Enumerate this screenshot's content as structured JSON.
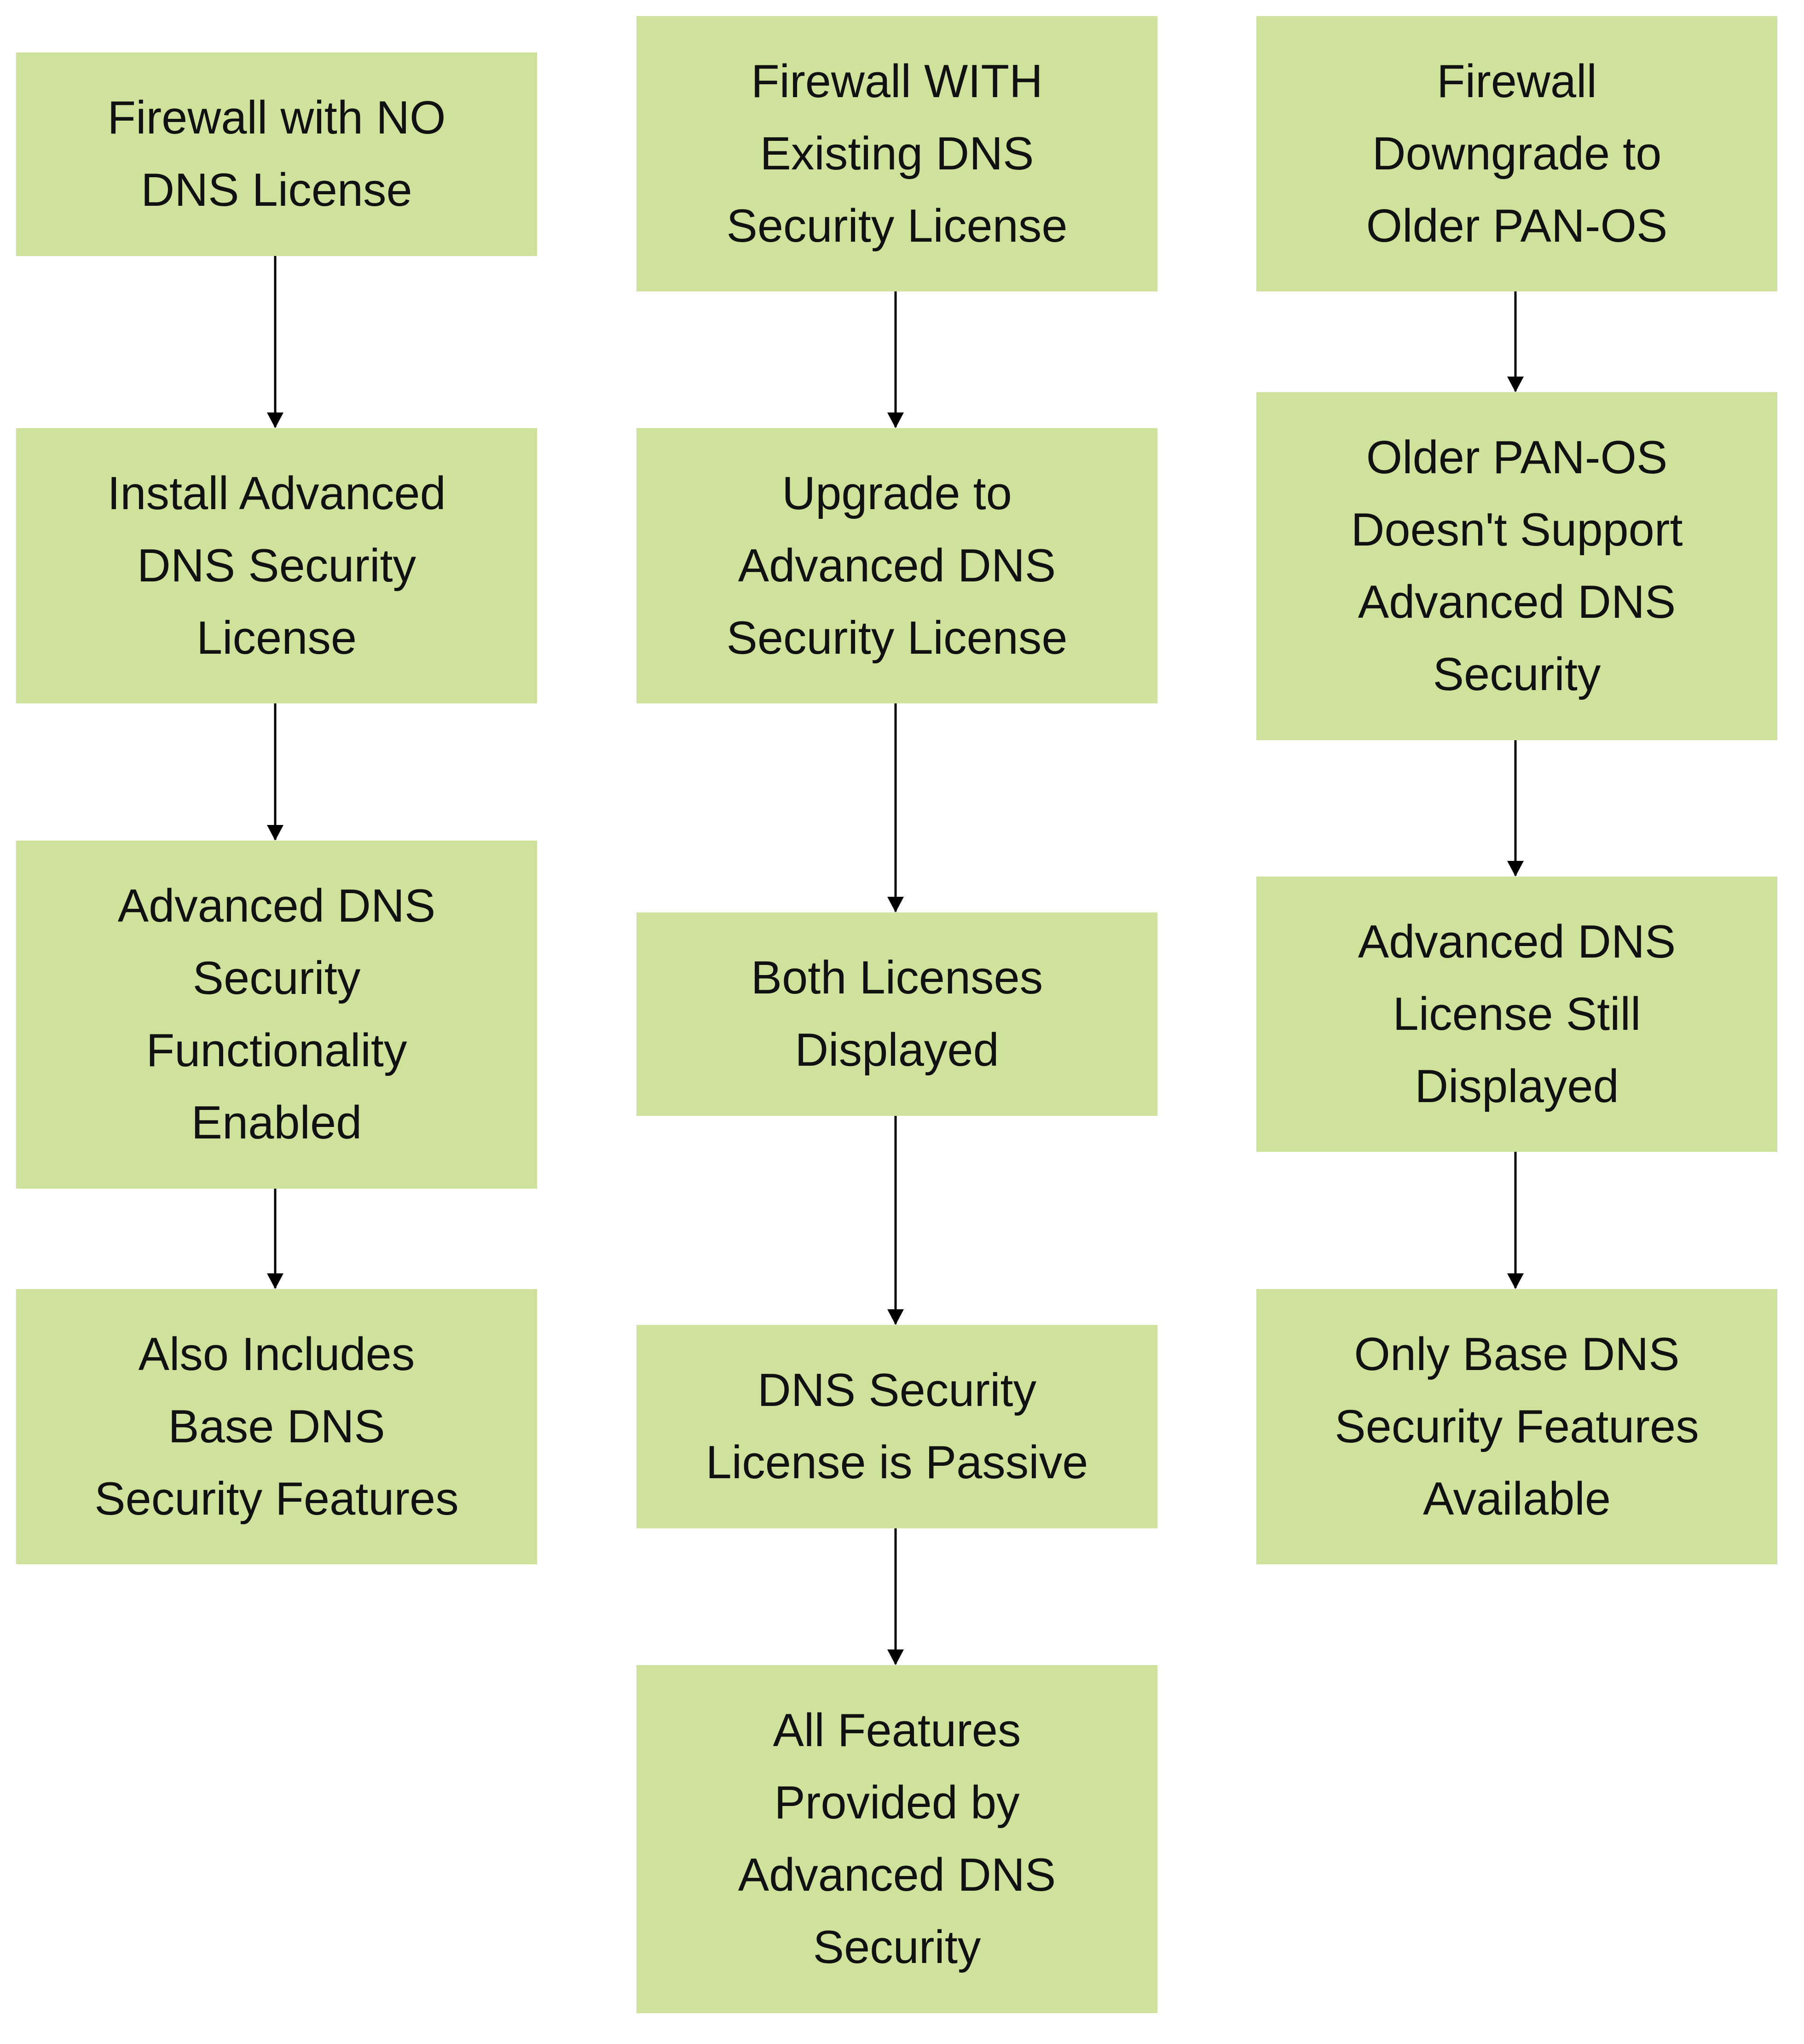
{
  "colors": {
    "node_fill": "#cfe29b",
    "node_text": "#111111",
    "edge": "#000000",
    "background": "#ffffff"
  },
  "columns": [
    {
      "nodes": [
        {
          "label": "Firewall with NO\nDNS License"
        },
        {
          "label": "Install Advanced\nDNS Security\nLicense"
        },
        {
          "label": "Advanced DNS\nSecurity\nFunctionality\nEnabled"
        },
        {
          "label": "Also Includes\nBase DNS\nSecurity Features"
        }
      ]
    },
    {
      "nodes": [
        {
          "label": "Firewall WITH\nExisting DNS\nSecurity License"
        },
        {
          "label": "Upgrade to\nAdvanced DNS\nSecurity License"
        },
        {
          "label": "Both Licenses\nDisplayed"
        },
        {
          "label": "DNS Security\nLicense is Passive"
        },
        {
          "label": "All Features\nProvided by\nAdvanced DNS\nSecurity"
        }
      ]
    },
    {
      "nodes": [
        {
          "label": "Firewall\nDowngrade to\nOlder PAN-OS"
        },
        {
          "label": "Older PAN-OS\nDoesn't Support\nAdvanced DNS\nSecurity"
        },
        {
          "label": "Advanced DNS\nLicense Still\nDisplayed"
        },
        {
          "label": "Only Base DNS\nSecurity Features\nAvailable"
        }
      ]
    }
  ]
}
